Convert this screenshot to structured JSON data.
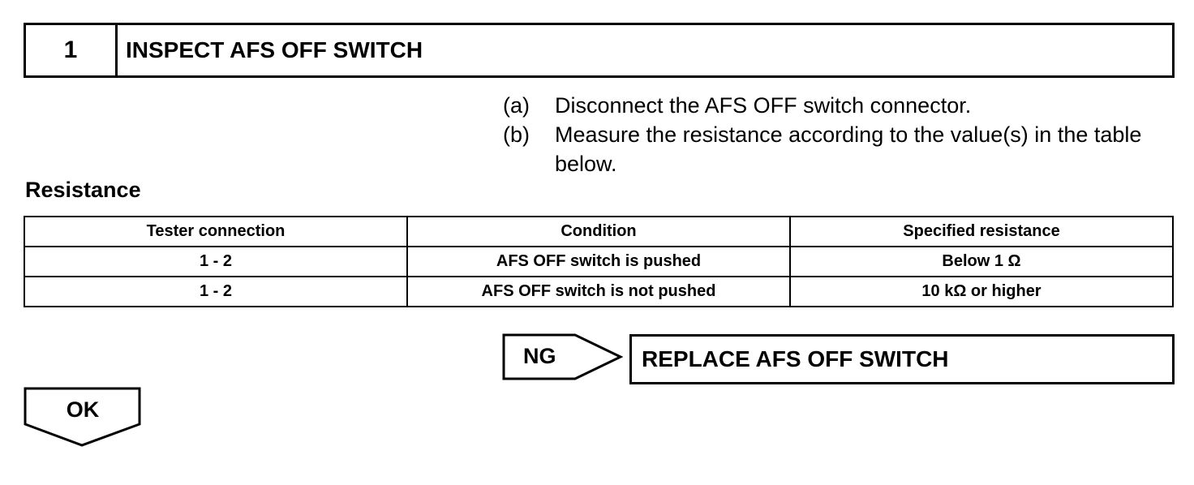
{
  "step": {
    "number": "1",
    "title": "INSPECT AFS OFF SWITCH"
  },
  "instructions": [
    {
      "letter": "(a)",
      "text": "Disconnect the AFS OFF switch connector."
    },
    {
      "letter": "(b)",
      "text": "Measure the resistance according to the value(s) in the table below."
    }
  ],
  "resistance": {
    "heading": "Resistance",
    "columns": [
      "Tester connection",
      "Condition",
      "Specified resistance"
    ],
    "rows": [
      [
        "1 - 2",
        "AFS OFF switch is pushed",
        "Below 1 Ω"
      ],
      [
        "1 - 2",
        "AFS OFF switch is not pushed",
        "10 kΩ or higher"
      ]
    ]
  },
  "ng": {
    "label": "NG",
    "action": "REPLACE AFS OFF SWITCH"
  },
  "ok": {
    "label": "OK"
  }
}
